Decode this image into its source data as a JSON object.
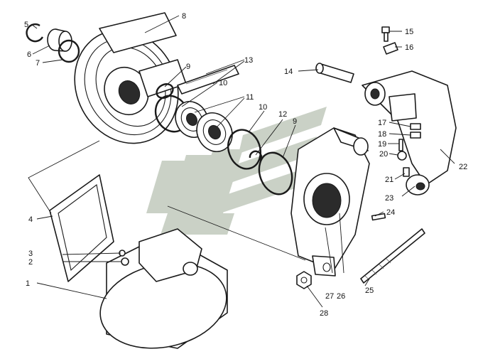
{
  "watermark": {
    "color": "#b9c2b4"
  },
  "colors": {
    "ink": "#1a1a1a",
    "paper": "#ffffff"
  },
  "callouts": [
    {
      "id": "c1",
      "label": "1"
    },
    {
      "id": "c2",
      "label": "2"
    },
    {
      "id": "c3",
      "label": "3"
    },
    {
      "id": "c4",
      "label": "4"
    },
    {
      "id": "c5",
      "label": "5"
    },
    {
      "id": "c6",
      "label": "6"
    },
    {
      "id": "c7",
      "label": "7"
    },
    {
      "id": "c8",
      "label": "8"
    },
    {
      "id": "c9a",
      "label": "9"
    },
    {
      "id": "c9b",
      "label": "9"
    },
    {
      "id": "c10a",
      "label": "10"
    },
    {
      "id": "c10b",
      "label": "10"
    },
    {
      "id": "c11",
      "label": "11"
    },
    {
      "id": "c12",
      "label": "12"
    },
    {
      "id": "c13",
      "label": "13"
    },
    {
      "id": "c14",
      "label": "14"
    },
    {
      "id": "c15",
      "label": "15"
    },
    {
      "id": "c16",
      "label": "16"
    },
    {
      "id": "c17",
      "label": "17"
    },
    {
      "id": "c18",
      "label": "18"
    },
    {
      "id": "c19",
      "label": "19"
    },
    {
      "id": "c20",
      "label": "20"
    },
    {
      "id": "c21",
      "label": "21"
    },
    {
      "id": "c22",
      "label": "22"
    },
    {
      "id": "c23",
      "label": "23"
    },
    {
      "id": "c24",
      "label": "24"
    },
    {
      "id": "c25",
      "label": "25"
    },
    {
      "id": "c26",
      "label": "26"
    },
    {
      "id": "c27",
      "label": "27"
    },
    {
      "id": "c28",
      "label": "28"
    }
  ]
}
